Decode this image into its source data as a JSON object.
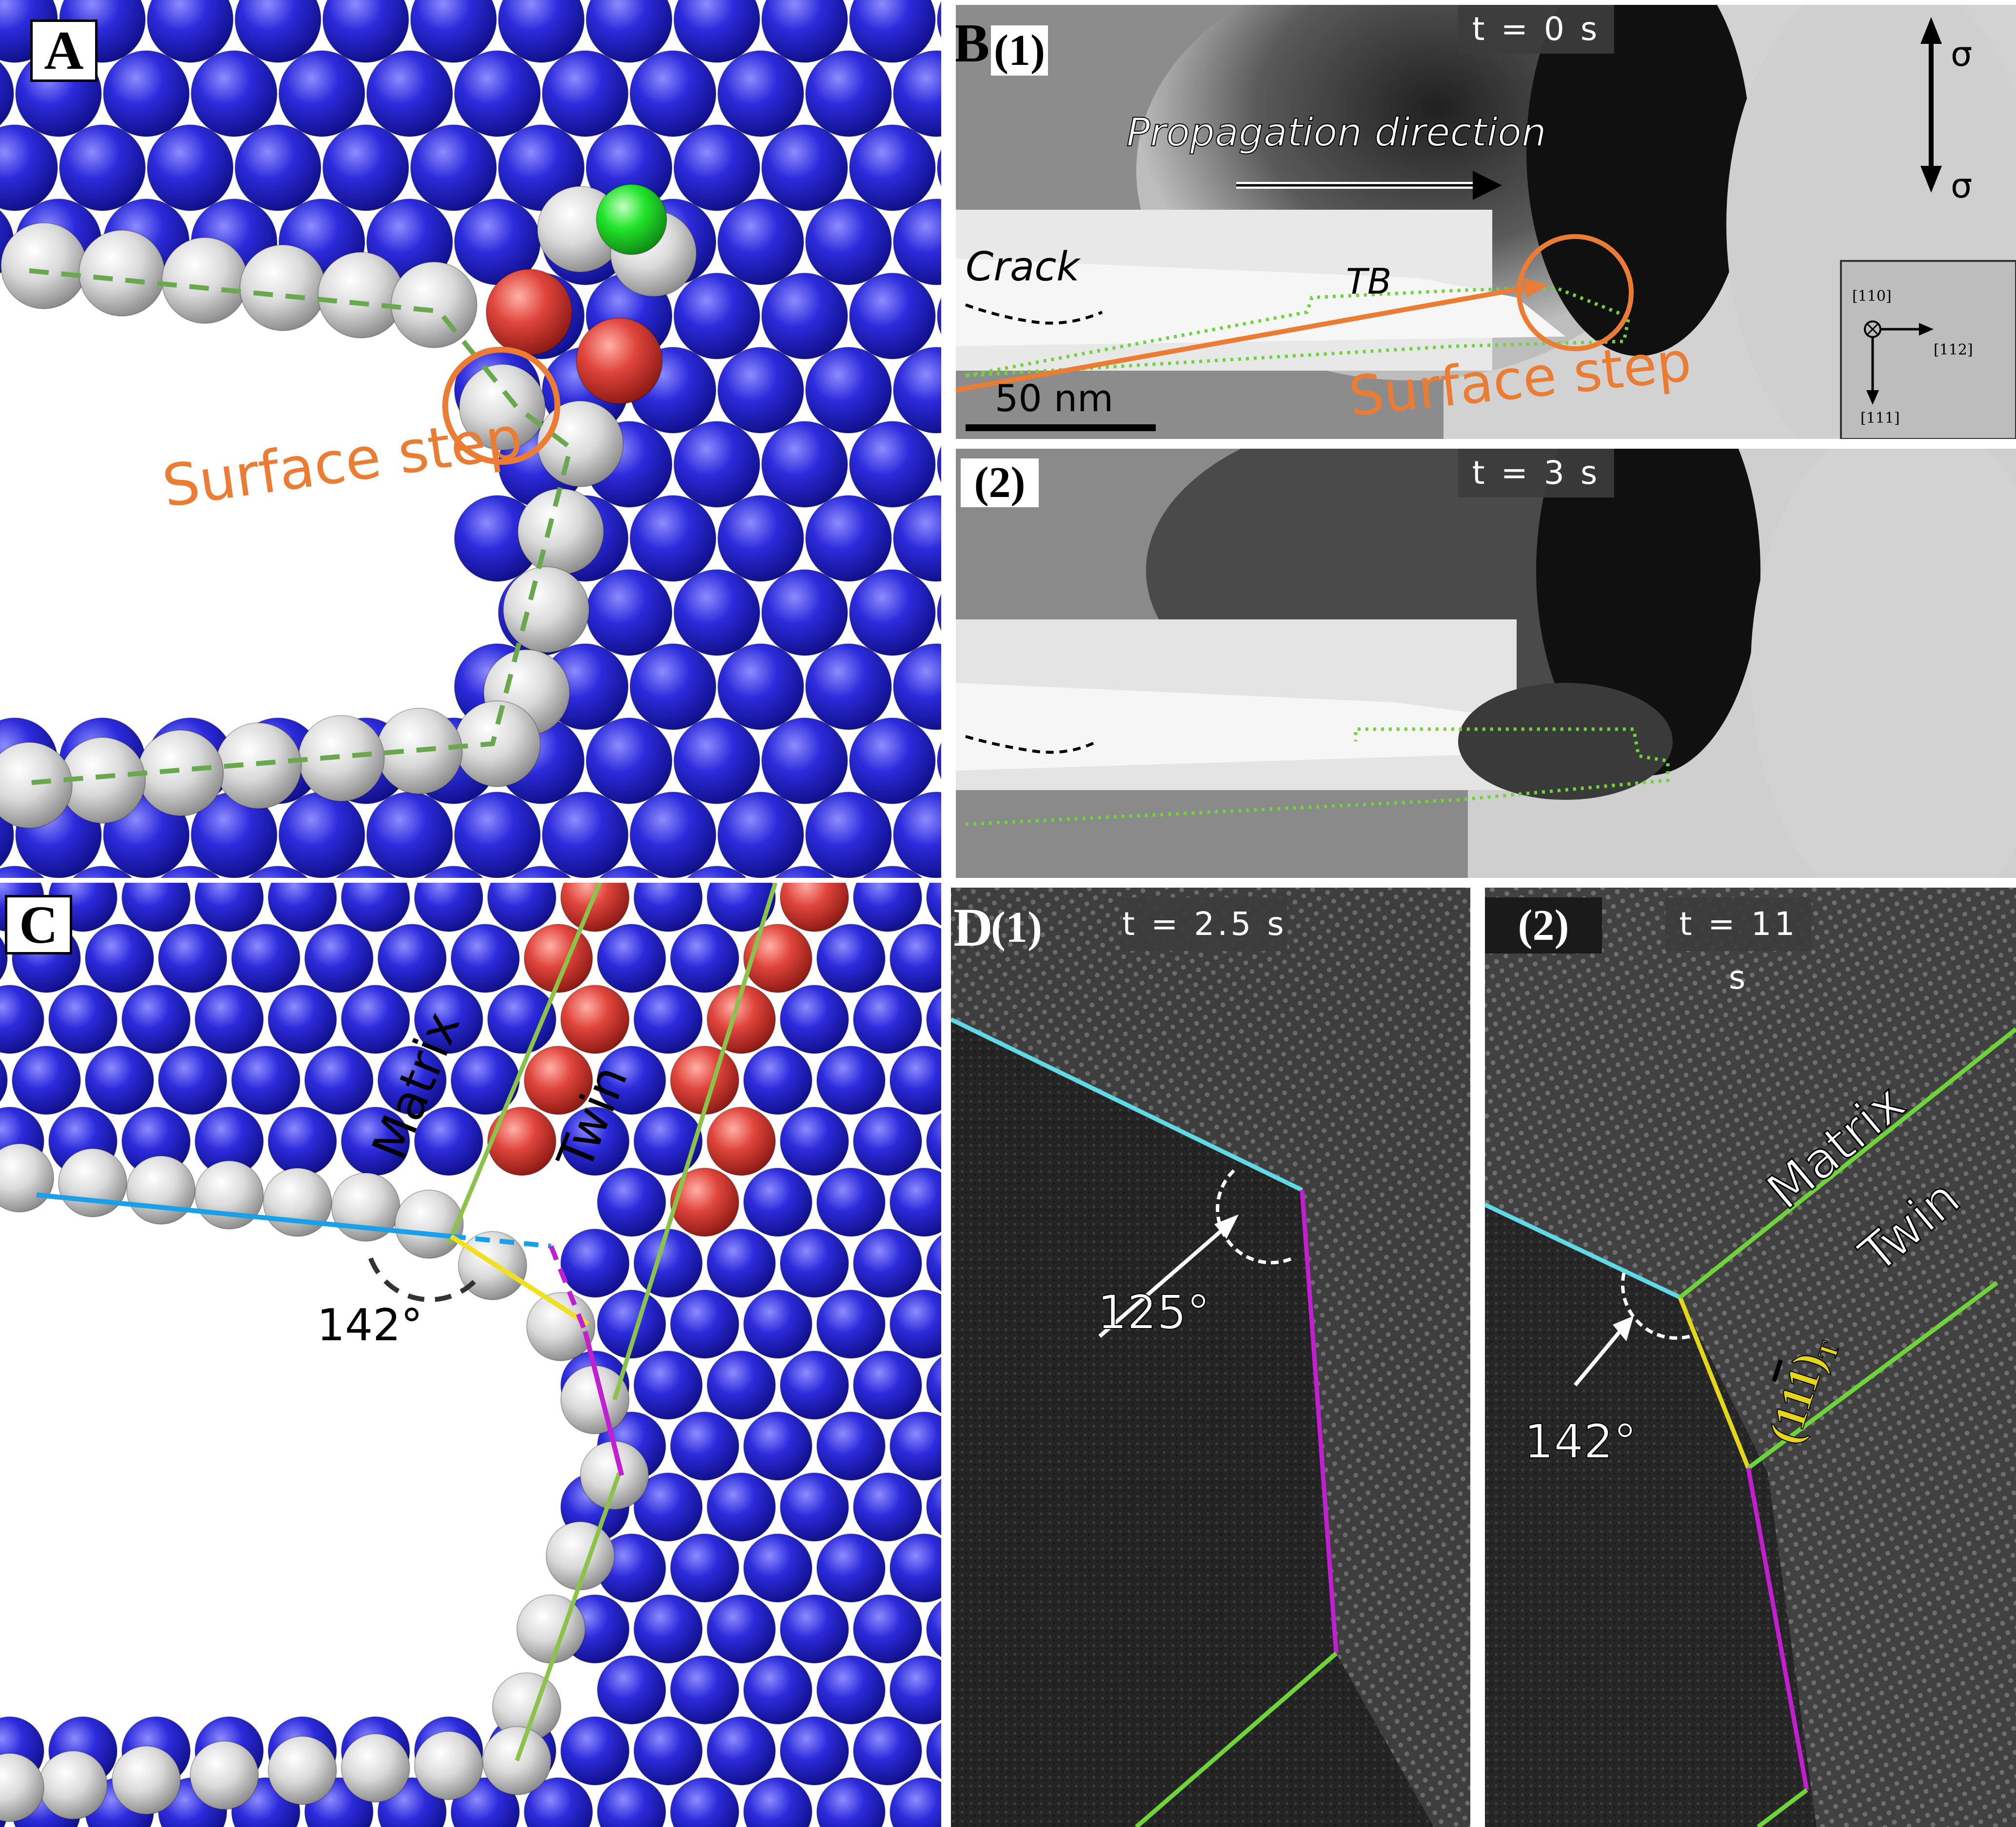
{
  "panels": {
    "A": {
      "label": "A",
      "annotation": "Surface step",
      "colors": {
        "matrix_atom": "#2a2ad6",
        "surface_atom": "#d8d8d8",
        "red_atom": "#e0453c",
        "green_atom": "#22e52a",
        "guide_line": "#6aa84f",
        "highlight": "#ea7d33"
      }
    },
    "B": {
      "label": "B",
      "sub1": {
        "number": "(1)",
        "time": "t = 0 s",
        "propagation_text": "Propagation direction",
        "crack_text": "Crack",
        "tb_text": "TB",
        "scale_text": "50 nm",
        "sigma_top": "σ",
        "sigma_bottom": "σ",
        "annotation": "Surface step",
        "orientation": {
          "zone": "[110]",
          "horizontal": "[112]",
          "vertical": "[111]"
        }
      },
      "sub2": {
        "number": "(2)",
        "time": "t = 3 s"
      }
    },
    "C": {
      "label": "C",
      "matrix_text": "Matrix",
      "twin_text": "Twin",
      "angle_text": "142°"
    },
    "D": {
      "label": "D",
      "sub1": {
        "number": "(1)",
        "time": "t = 2.5 s",
        "angle_text": "125°"
      },
      "sub2": {
        "number": "(2)",
        "time": "t = 11 s",
        "angle_text": "142°",
        "matrix_text": "Matrix",
        "twin_text": "Twin",
        "plane_text": "(11",
        "plane_bar_digit": "1",
        "plane_close": ")",
        "plane_sub": "T"
      },
      "colors": {
        "cyan": "#5fd9e6",
        "magenta": "#c21fd1",
        "green": "#6fd43a",
        "yellow": "#e6d61a"
      }
    }
  }
}
